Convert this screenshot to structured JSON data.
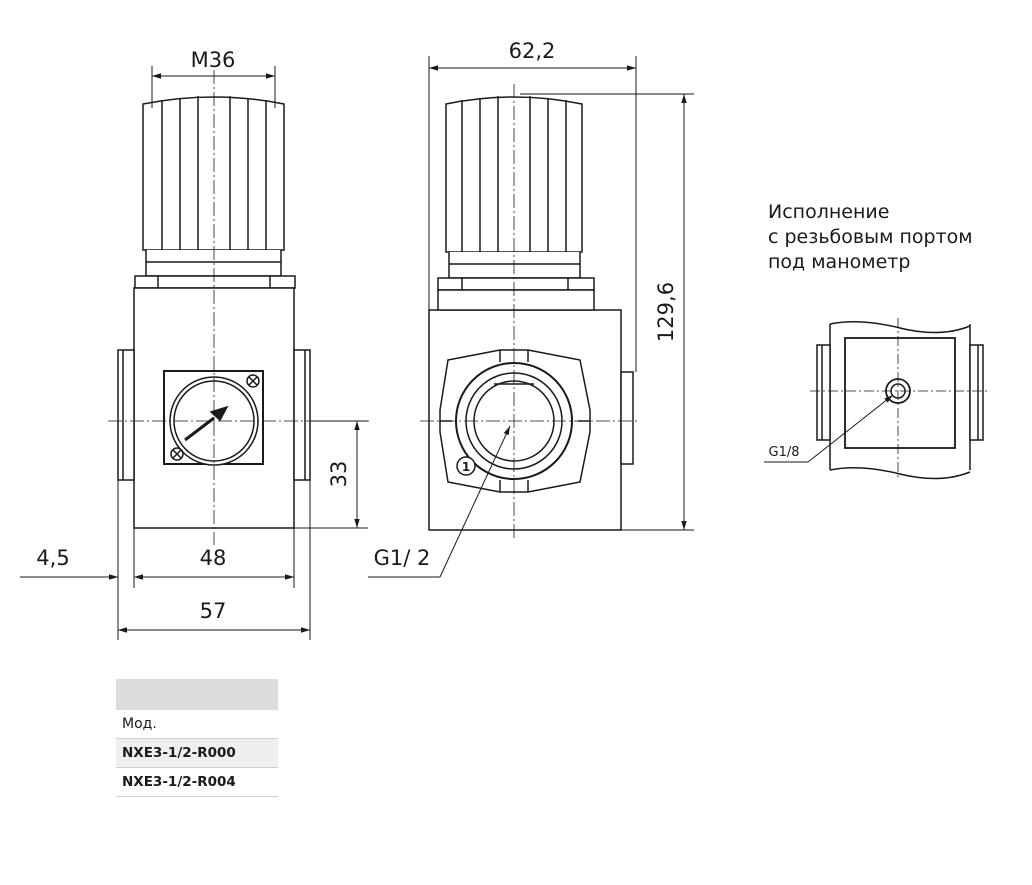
{
  "dimensions": {
    "knob_thread": "M36",
    "total_width": "62,2",
    "total_height": "129,6",
    "port_height": "33",
    "body_width": "48",
    "offset": "4,5",
    "overall_width": "57",
    "port_thread": "G1/ 2",
    "gauge_port_thread": "G1/8"
  },
  "badge": "1",
  "note": {
    "line1": "Исполнение",
    "line2": "с резьбовым портом",
    "line3": "под манометр"
  },
  "table": {
    "header": "",
    "label": "Мод.",
    "rows": [
      "NXE3-1/2-R000",
      "NXE3-1/2-R004"
    ]
  }
}
